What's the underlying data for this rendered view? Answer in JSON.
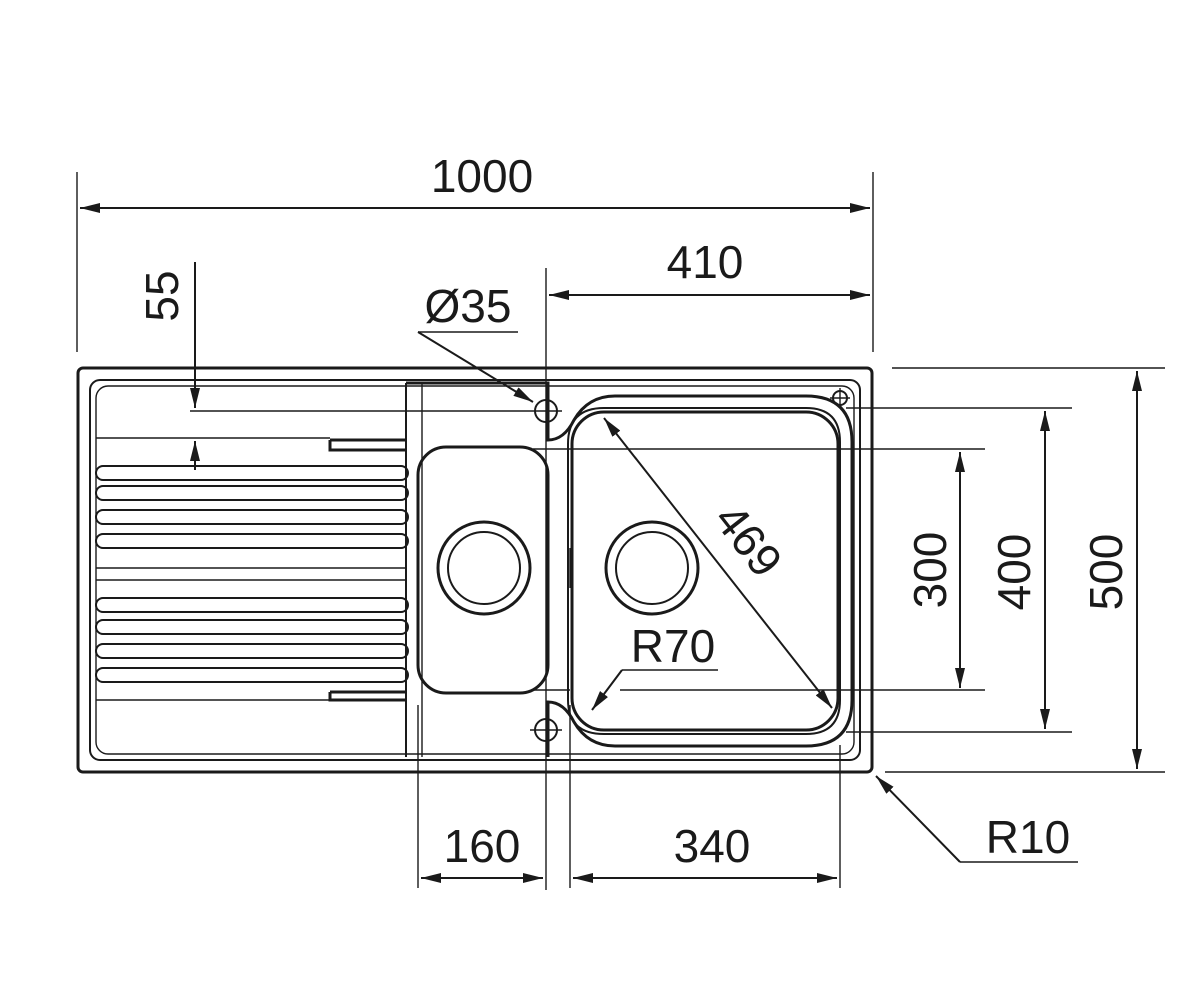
{
  "dimensions": {
    "overall_width": "1000",
    "bowl_offset": "410",
    "margin_top": "55",
    "tap_hole": "Ø35",
    "diagonal": "469",
    "inner_radius": "R70",
    "bowl_depth": "300",
    "bowl_outer_depth": "400",
    "overall_depth": "500",
    "small_bowl_width": "160",
    "large_bowl_width": "340",
    "corner_radius": "R10"
  },
  "colors": {
    "line": "#1a1a1a",
    "background": "#ffffff"
  }
}
